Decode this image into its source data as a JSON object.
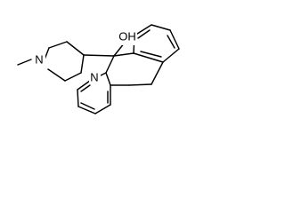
{
  "molecule": {
    "atoms": {
      "hydroxyl": "OH",
      "piperidine_nitrogen": "N",
      "pyridine_nitrogen": "N"
    }
  }
}
